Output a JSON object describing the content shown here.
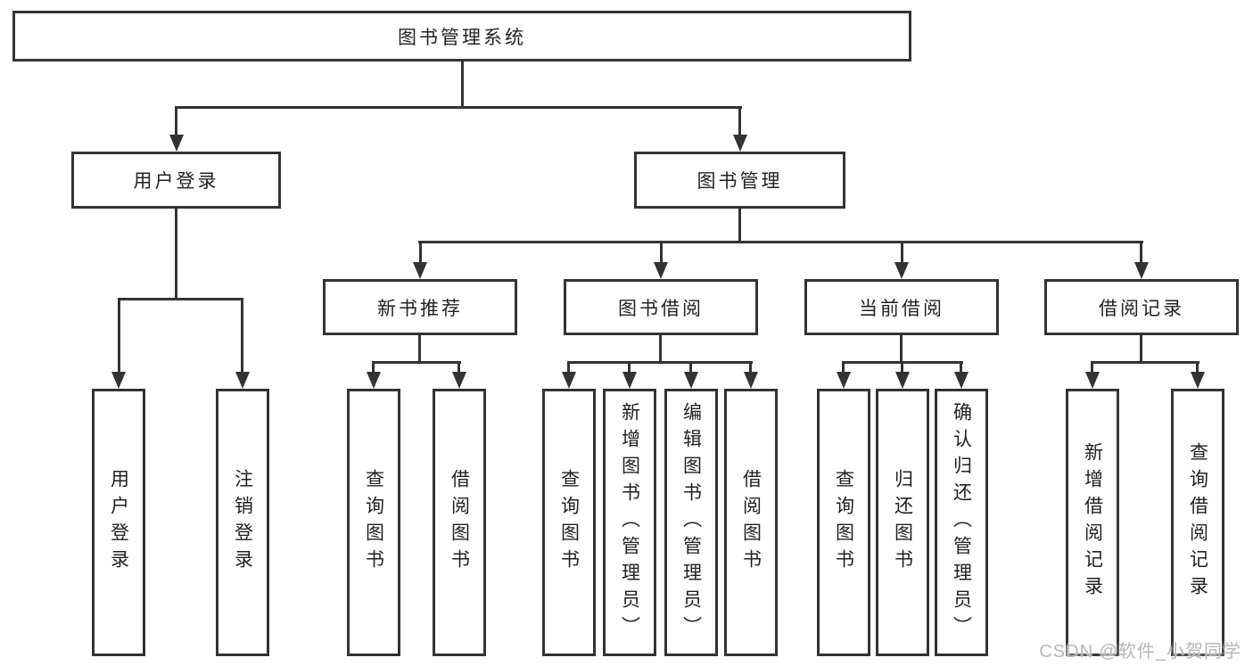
{
  "tree": {
    "root": {
      "label": "图书管理系统"
    },
    "branches": [
      {
        "label": "用户登录",
        "children": [
          {
            "label": "用户登录"
          },
          {
            "label": "注销登录"
          }
        ]
      },
      {
        "label": "图书管理",
        "children": [
          {
            "label": "新书推荐",
            "children": [
              {
                "label": "查询图书"
              },
              {
                "label": "借阅图书"
              }
            ]
          },
          {
            "label": "图书借阅",
            "children": [
              {
                "label": "查询图书"
              },
              {
                "label": "新增图书（管理员）"
              },
              {
                "label": "编辑图书（管理员）"
              },
              {
                "label": "借阅图书"
              }
            ]
          },
          {
            "label": "当前借阅",
            "children": [
              {
                "label": "查询图书"
              },
              {
                "label": "归还图书"
              },
              {
                "label": "确认归还（管理员）"
              }
            ]
          },
          {
            "label": "借阅记录",
            "children": [
              {
                "label": "新增借阅记录"
              },
              {
                "label": "查询借阅记录"
              }
            ]
          }
        ]
      }
    ]
  },
  "watermark": {
    "text": "CSDN @软件_小贺同学"
  },
  "colors": {
    "line": "#333333",
    "text": "#222222",
    "background": "#ffffff",
    "watermark": "#b6b6b6"
  }
}
